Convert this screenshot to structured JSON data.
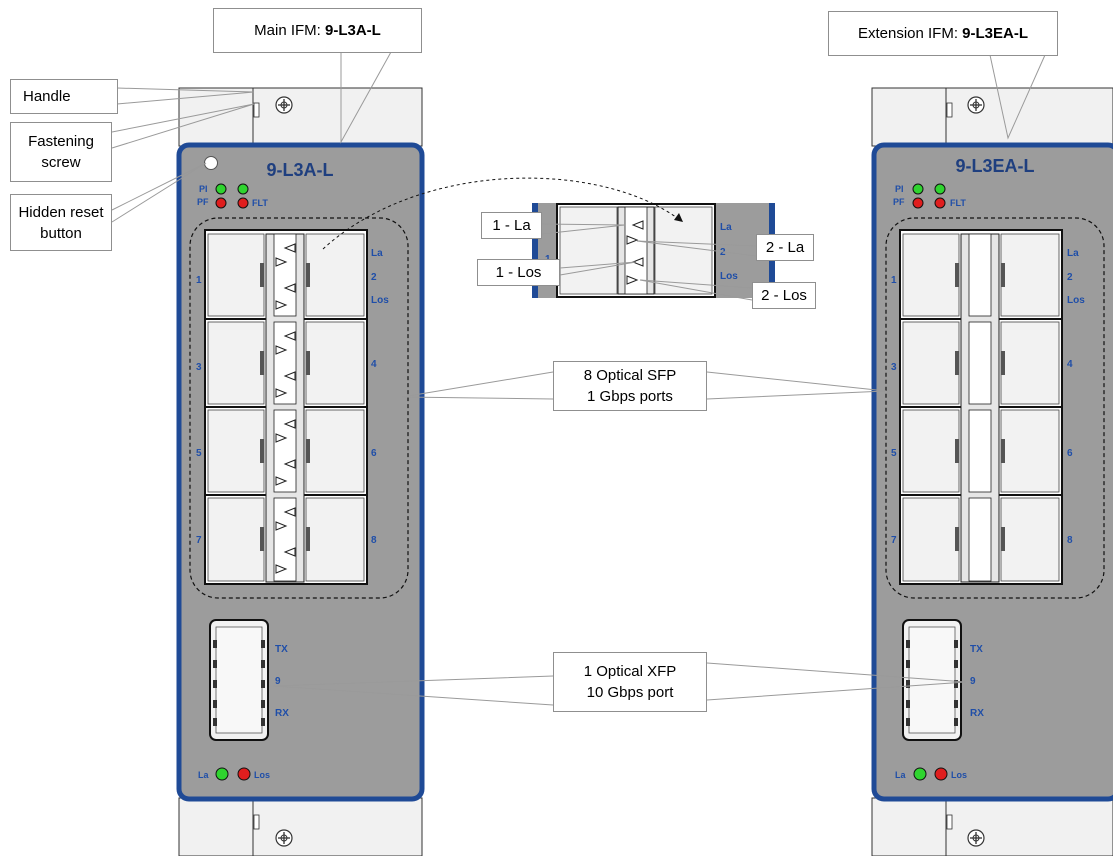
{
  "colors": {
    "panel_face": "#9c9c9c",
    "panel_border": "#1f4a96",
    "label_blue": "#1f4ea8",
    "led_green": "#2fd42f",
    "led_red": "#e01e1e",
    "bracket": "#f1f1f1"
  },
  "callouts": {
    "main_ifm": {
      "prefix": "Main IFM: ",
      "value": "9-L3A-L"
    },
    "ext_ifm": {
      "prefix": "Extension IFM: ",
      "value": "9-L3EA-L"
    },
    "handle": "Handle",
    "fastening": {
      "line1": "Fastening",
      "line2": "screw"
    },
    "reset": {
      "line1": "Hidden reset",
      "line2": "button"
    },
    "sfp": {
      "line1": "8 Optical SFP",
      "line2": "1 Gbps ports"
    },
    "xfp": {
      "line1": "1 Optical XFP",
      "line2": "10 Gbps port"
    },
    "zoom_1la": "1 - La",
    "zoom_2la": "2 - La",
    "zoom_1los": "1 - Los",
    "zoom_2los": "2 - Los"
  },
  "main_panel": {
    "title": "9-L3A-L",
    "led_pi": "PI",
    "led_pf": "PF",
    "led_flt": "FLT",
    "port_labels_left": [
      "1",
      "3",
      "5",
      "7"
    ],
    "port_labels_right": [
      "2",
      "4",
      "6",
      "8"
    ],
    "la": "La",
    "los": "Los",
    "xfp_tx": "TX",
    "xfp_num": "9",
    "xfp_rx": "RX",
    "bottom_la": "La",
    "bottom_los": "Los"
  },
  "ext_panel": {
    "title": "9-L3EA-L",
    "led_pi": "PI",
    "led_pf": "PF",
    "led_flt": "FLT",
    "port_labels_left": [
      "1",
      "3",
      "5",
      "7"
    ],
    "port_labels_right": [
      "2",
      "4",
      "6",
      "8"
    ],
    "la": "La",
    "los": "Los",
    "xfp_tx": "TX",
    "xfp_num": "9",
    "xfp_rx": "RX",
    "bottom_la": "La",
    "bottom_los": "Los"
  },
  "zoom_inset": {
    "left_num": "1",
    "right_la": "La",
    "right_num": "2",
    "right_los": "Los"
  }
}
